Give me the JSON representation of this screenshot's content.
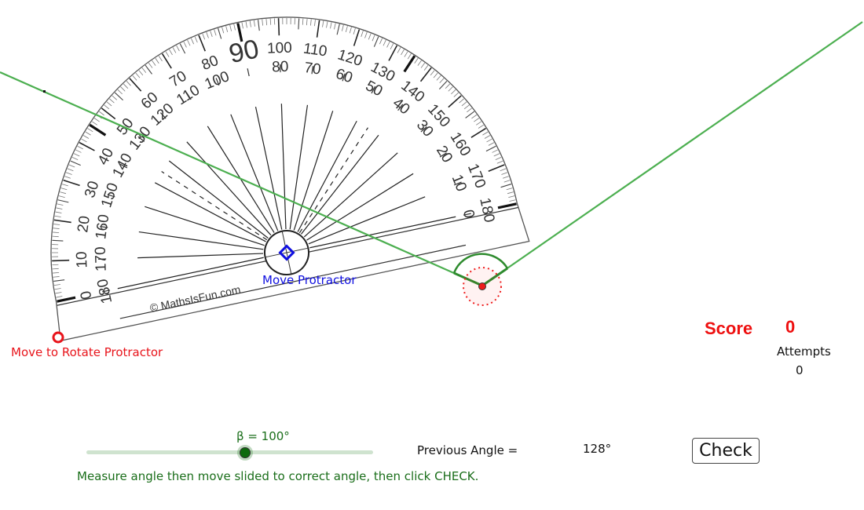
{
  "protractor": {
    "copyright": "© MathsIsFun.com",
    "rotation_deg": -12,
    "outer_scale_labels": [
      "0",
      "10",
      "20",
      "30",
      "40",
      "50",
      "60",
      "70",
      "80",
      "90",
      "100",
      "110",
      "120",
      "130",
      "140",
      "150",
      "160",
      "170",
      "180"
    ],
    "inner_scale_labels": [
      "180",
      "170",
      "160",
      "150",
      "140",
      "130",
      "120",
      "110",
      "100",
      "90",
      "80",
      "70",
      "60",
      "50",
      "40",
      "30",
      "20",
      "10",
      "0"
    ],
    "move_label": "Move Protractor",
    "rotate_label": "Move to Rotate Protractor"
  },
  "angle": {
    "line_color": "#4caf50",
    "arc_color": "#2e8b2e",
    "vertex_color": "#ee1c1c"
  },
  "score": {
    "label": "Score",
    "value": "0",
    "attempts_label": "Attempts",
    "attempts_value": "0"
  },
  "slider": {
    "label": "β = 100°",
    "value": 100
  },
  "previous_angle": {
    "label": "Previous Angle =",
    "value": "128°"
  },
  "check_button": {
    "label": "Check"
  },
  "instructions": "Measure angle then move slided to correct angle, then click CHECK."
}
